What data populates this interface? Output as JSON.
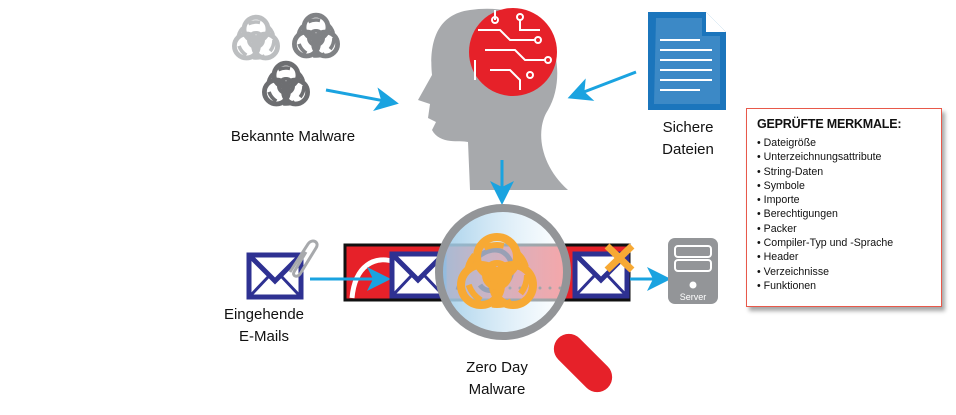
{
  "labels": {
    "known_malware": "Bekannte Malware",
    "safe_files_line1": "Sichere",
    "safe_files_line2": "Dateien",
    "incoming_line1": "Eingehende",
    "incoming_line2": "E-Mails",
    "zero_day_line1": "Zero Day",
    "zero_day_line2": "Malware",
    "server": "Server"
  },
  "features": {
    "title": "GEPRÜFTE MERKMALE:",
    "items": [
      "Dateigröße",
      "Unterzeichnungsattribute",
      "String-Daten",
      "Symbole",
      "Importe",
      "Berechtigungen",
      "Packer",
      "Compiler-Typ und -Sprache",
      "Header",
      "Verzeichnisse",
      "Funktionen"
    ]
  },
  "colors": {
    "arrow": "#1aa3e0",
    "red": "#e62129",
    "gray": "#a7a9ac",
    "envelope": "#2e3192",
    "document": "#1b75bc",
    "biohazard_orange": "#f7a934",
    "border": "#e8594a"
  }
}
